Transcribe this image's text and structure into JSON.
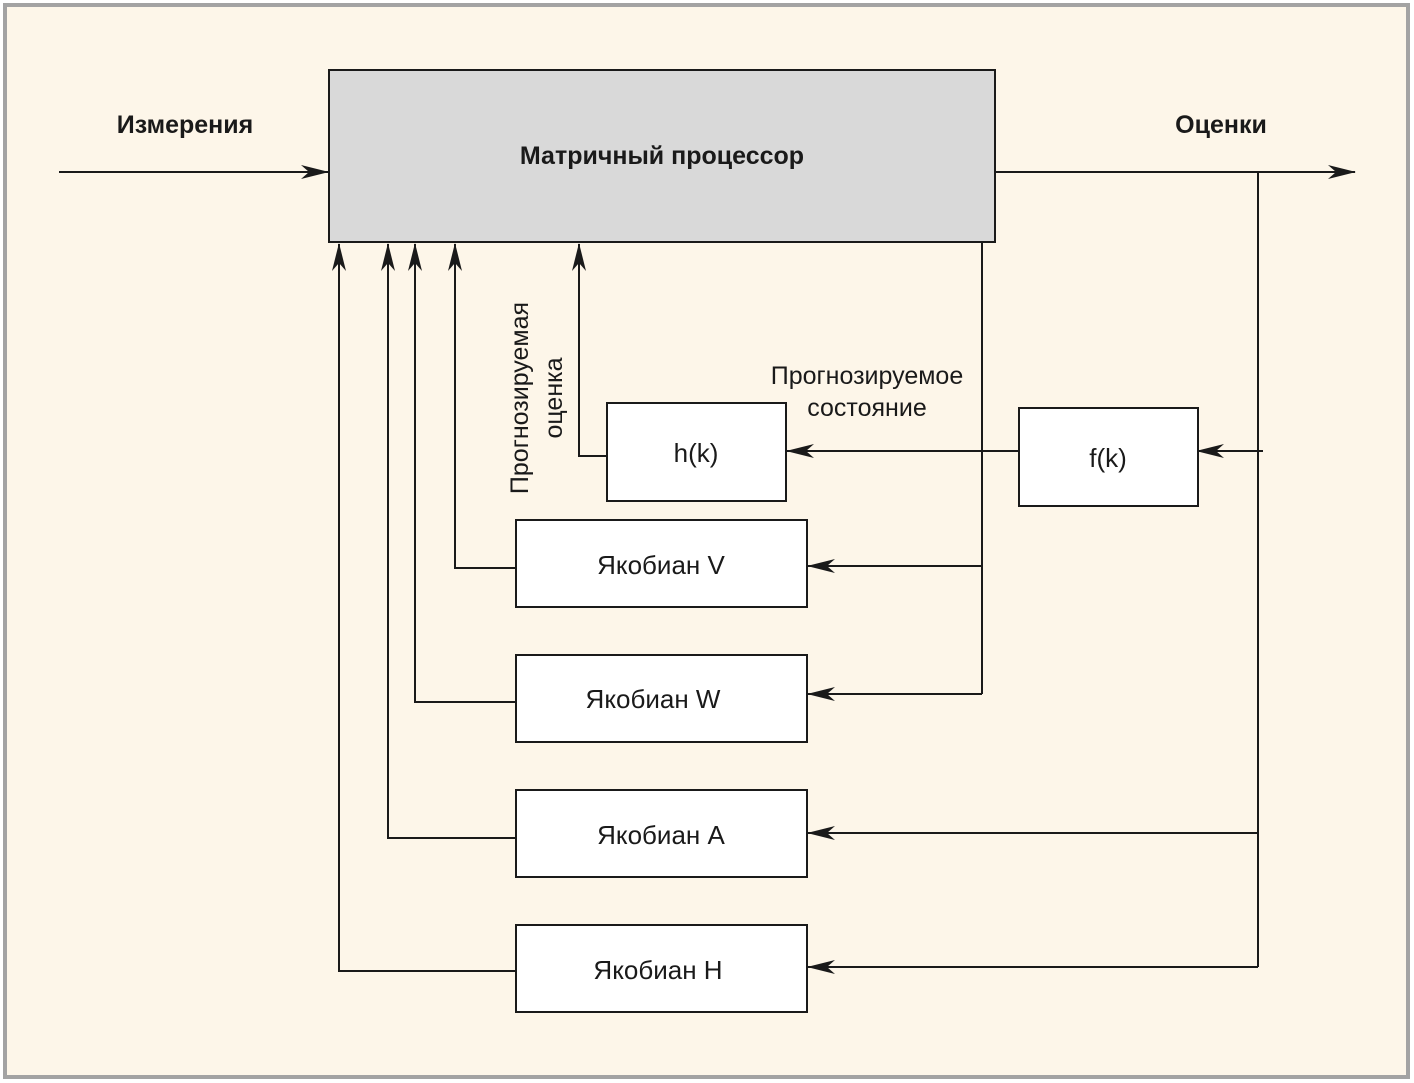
{
  "diagram": {
    "colors": {
      "background": "#fdf6e9",
      "frame": "#a3a3a3",
      "processor_fill": "#d9d9d9",
      "box_fill": "#ffffff",
      "line": "#1a1a1a"
    },
    "labels": {
      "input": "Измерения",
      "output": "Оценки",
      "predicted_estimate_line1": "Прогнозируемая",
      "predicted_estimate_line2": "оценка",
      "predicted_state_line1": "Прогнозируемое",
      "predicted_state_line2": "состояние"
    },
    "blocks": {
      "processor": "Матричный процессор",
      "h": "h(k)",
      "f": "f(k)",
      "jacobian_v": "Якобиан V",
      "jacobian_w": "Якобиан W",
      "jacobian_a": "Якобиан A",
      "jacobian_h": "Якобиан H"
    }
  }
}
